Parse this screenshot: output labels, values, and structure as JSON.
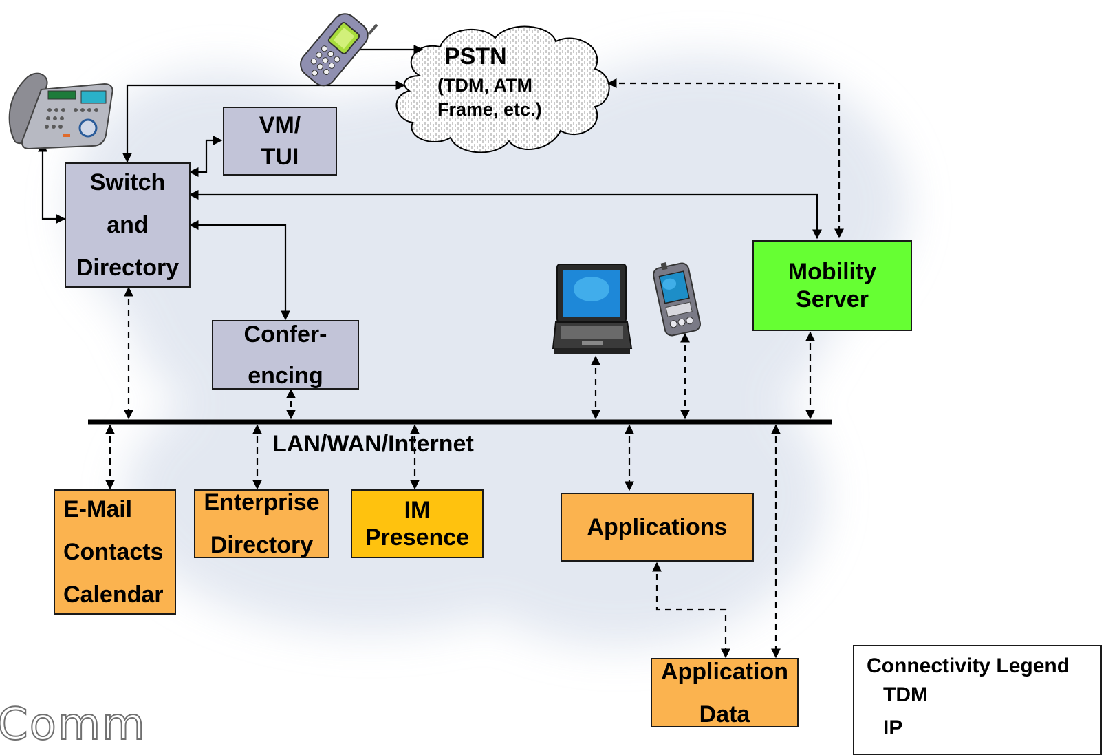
{
  "diagram": {
    "cloud": {
      "line1": "PSTN",
      "line2": "(TDM, ATM",
      "line3": "Frame, etc.)"
    },
    "boxes": {
      "vm_tui": [
        "VM/",
        "TUI"
      ],
      "switch": [
        "Switch",
        "and",
        "Directory"
      ],
      "conferencing": [
        "Confer-",
        "encing"
      ],
      "mobility": [
        "Mobility",
        "Server"
      ],
      "email": [
        "E-Mail",
        "Contacts",
        "Calendar"
      ],
      "enterprise_directory": [
        "Enterprise",
        "Directory"
      ],
      "im_presence": [
        "IM",
        "Presence"
      ],
      "applications": [
        "Applications"
      ],
      "application_data": [
        "Application",
        "Data"
      ]
    },
    "network_label": "LAN/WAN/Internet",
    "legend": {
      "title": "Connectivity Legend",
      "tdm": "TDM",
      "ip": "IP"
    },
    "logo": "Comm",
    "colors": {
      "grey_box": "#c2c4d8",
      "orange_box": "#fbb34f",
      "yellow_box": "#ffc20e",
      "green_box": "#66ff33"
    },
    "icons": [
      "desk-phone-icon",
      "mobile-phone-icon",
      "laptop-icon",
      "pda-icon",
      "cloud-icon"
    ]
  }
}
